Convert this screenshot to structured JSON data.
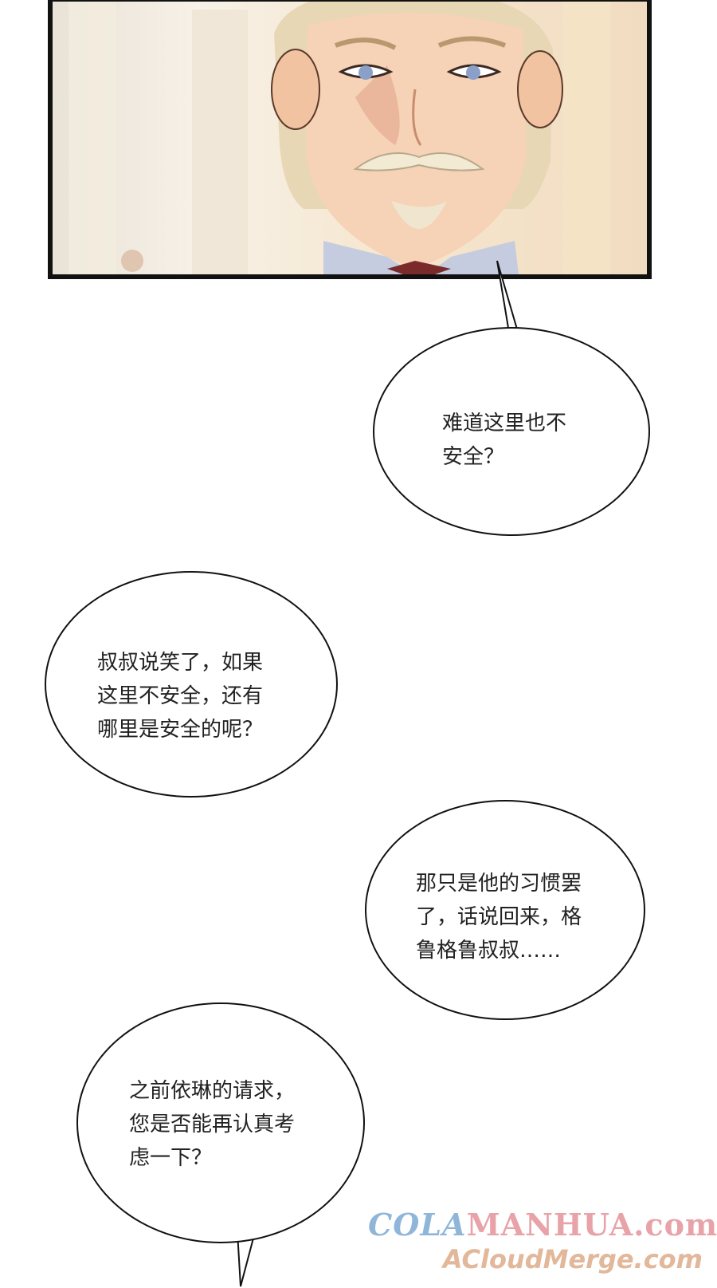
{
  "panel": {
    "image": "comic-panel-man-with-mustache"
  },
  "bubbles": [
    {
      "lines": [
        "难道这里也不",
        "安全？"
      ]
    },
    {
      "lines": [
        "叔叔说笑了，如果",
        "这里不安全，还有",
        "哪里是安全的呢？"
      ]
    },
    {
      "lines": [
        "那只是他的习惯罢",
        "了，话说回来，格",
        "鲁格鲁叔叔……"
      ]
    },
    {
      "lines": [
        "之前依琳的请求，",
        "您是否能再认真考",
        "虑一下？"
      ]
    }
  ],
  "watermark": {
    "brand_part1": "COLA",
    "brand_part2": "MANHUA.com",
    "line2": "ACloudMerge.com"
  },
  "colors": {
    "ink": "#111111",
    "text": "#222222",
    "watermark_blue": "#8fb6d8",
    "watermark_pink": "#e7a3a8",
    "watermark_peach": "#e2b79a"
  }
}
